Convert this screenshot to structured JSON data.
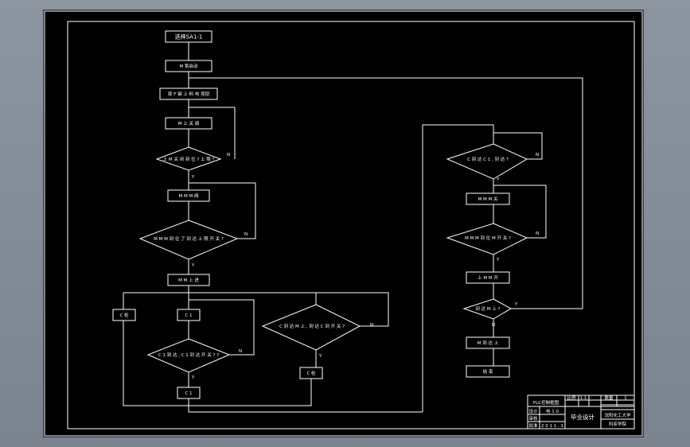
{
  "flowchart": {
    "steps": {
      "s1": "选择SA1-1",
      "s2": "M 泵启动",
      "s3": "按 F 键 上 料 电 按钮",
      "s4": "M 上 关 阀",
      "d1": "上 M 关 闭 到 位 ? 上 限 ?",
      "s5": "M M M 阀",
      "d2": "M M M 到 位 了 到 达 上 限 开 关 ?",
      "s6": "M M 上 进",
      "s7": "C 检",
      "s8": "C 1",
      "d3": "C 1 到 达 , C 1 到 达 开 关 ? ?",
      "s9": "C 1",
      "d4": "C 到 达 M 上 , 到 达 C 到 开 关 ?",
      "s10": "C 检",
      "r1": "C 到 达 C 1 , 到 达 ?",
      "r2": "M M M 关",
      "r3": "M M M 到 位 M 开 关 ?",
      "r4": "上 M M 开",
      "r5": "到 达 M 上 ?",
      "r6": "M 到 达 上",
      "r7": "结 束"
    },
    "branch_labels": {
      "yes": "Y",
      "no": "N"
    }
  },
  "title_block": {
    "drawing_title": "PLC控制框图",
    "school": "沈阳化工大学",
    "department": "科亚学院",
    "doc_type": "毕业设计",
    "role_rows": [
      "设计",
      "审核",
      "批准"
    ],
    "names": [
      "电 1 0",
      "2 0 1 1 . 1"
    ],
    "cells": [
      "比例",
      "1:1",
      "数量",
      "1"
    ]
  },
  "colors": {
    "background": "#000000",
    "lines": "#ffffff",
    "frame_outer": "#8d95a1"
  }
}
